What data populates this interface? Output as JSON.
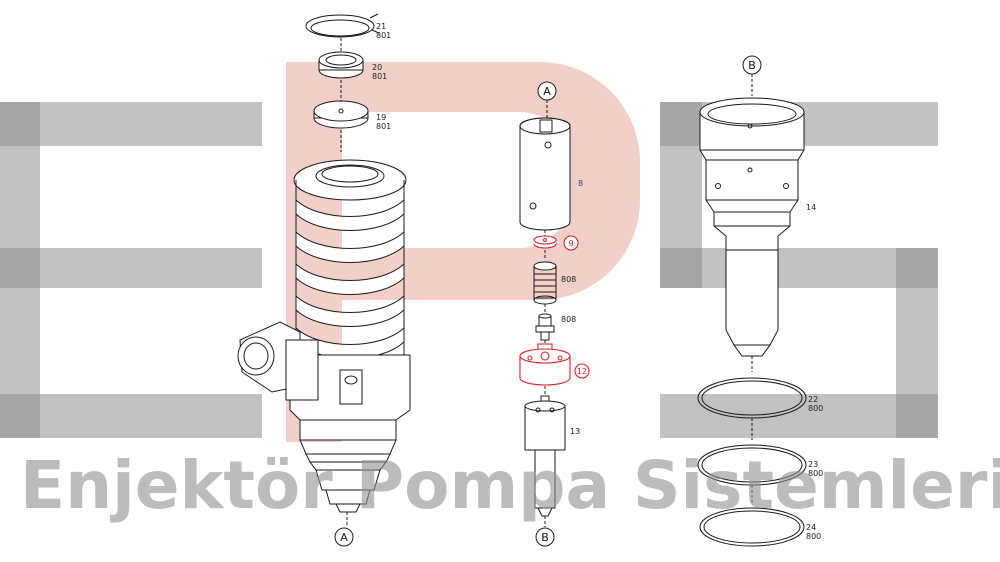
{
  "watermark": {
    "logo_letters": "EPS",
    "tagline": "Enjektör Pompa Sistemleri",
    "colors": {
      "gray": "#8f8f8f",
      "pink": "#e8a79a"
    }
  },
  "callouts": {
    "a_top": "A",
    "a_bottom": "A",
    "b_top": "B",
    "b_bottom": "B"
  },
  "parts": {
    "p21": {
      "num": "21",
      "code": "801"
    },
    "p20": {
      "num": "20",
      "code": "801"
    },
    "p19": {
      "num": "19",
      "code": "801"
    },
    "p8": {
      "num": "8"
    },
    "p9": {
      "num": "9"
    },
    "p808a": {
      "num": "808"
    },
    "p808b": {
      "num": "808"
    },
    "p12": {
      "num": "12"
    },
    "p13": {
      "num": "13"
    },
    "p14": {
      "num": "14"
    },
    "p22": {
      "num": "22",
      "code": "800"
    },
    "p23": {
      "num": "23",
      "code": "800"
    },
    "p24": {
      "num": "24",
      "code": "800"
    }
  },
  "colors": {
    "highlight": "#d8262d",
    "line": "#1a1a1a",
    "label_blue": "#2a3ea8"
  }
}
